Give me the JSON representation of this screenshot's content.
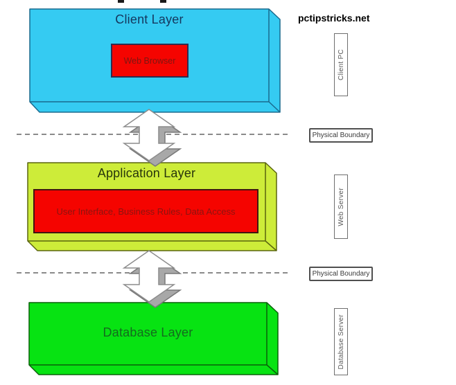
{
  "watermark": "pctipstricks.net",
  "layers": {
    "client": {
      "title": "Client Layer",
      "component": "Web Browser",
      "device": "Client PC"
    },
    "application": {
      "title": "Application Layer",
      "component": "User Interface, Business Rules, Data Access",
      "device": "Web Server"
    },
    "database": {
      "title": "Database Layer",
      "device": "Database Server"
    }
  },
  "boundaries": [
    {
      "label": "Physical Boundary"
    },
    {
      "label": "Physical Boundary"
    }
  ],
  "colors": {
    "client_fill": "#35cbf2",
    "application_fill": "#cdec39",
    "database_fill": "#07e312",
    "component_fill": "#f50400"
  }
}
